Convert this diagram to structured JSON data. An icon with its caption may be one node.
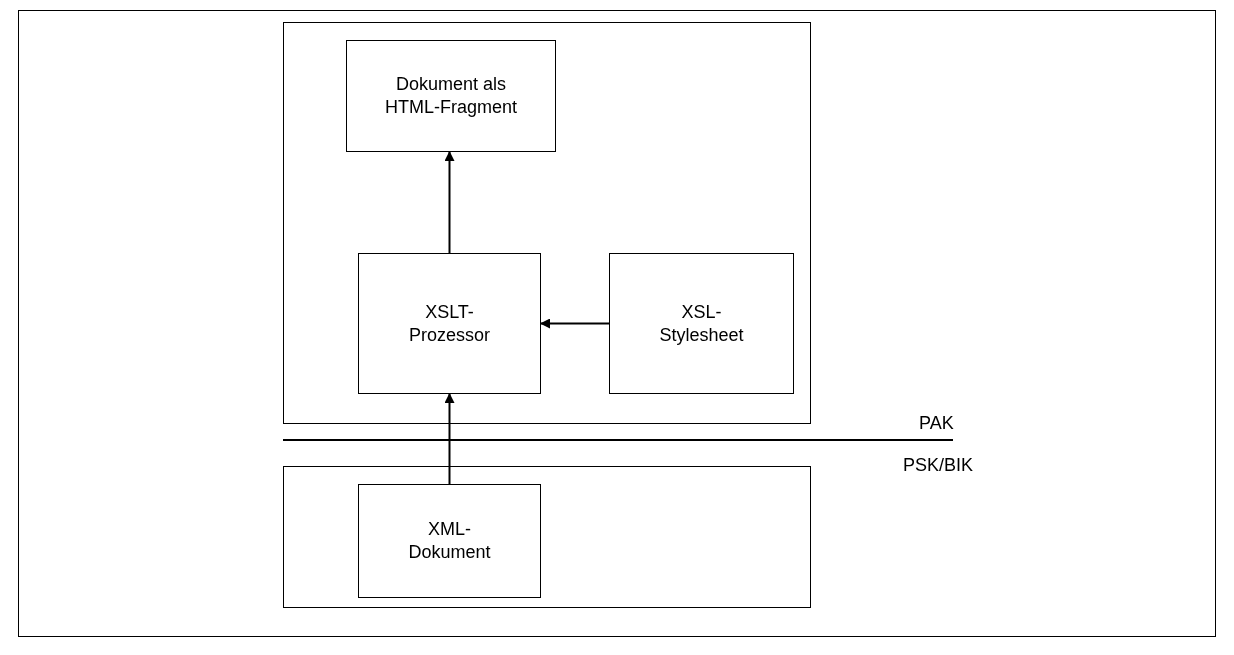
{
  "diagram": {
    "nodes": [
      {
        "text": [],
        "shape": "box"
      },
      {
        "text": [
          "Dokument als HTML-Fragment"
        ],
        "in": 0
      },
      {
        "text": [
          "XSLT-Prozessor"
        ],
        "in": 0
      },
      {
        "text": [
          "XSL-Stylesheet"
        ],
        "in": 0
      },
      {
        "text": [],
        "shape": "box"
      },
      {
        "text": [
          "XML-Dokument"
        ],
        "in": 4
      }
    ],
    "edges": [
      {
        "from": 2,
        "to": 1,
        "arrow": "to"
      },
      {
        "from": 3,
        "to": 2,
        "arrow": "to"
      },
      {
        "from": 5,
        "to": 2,
        "arrow": "to"
      }
    ],
    "labels": [
      "PAK",
      "PSK/BIK"
    ]
  }
}
